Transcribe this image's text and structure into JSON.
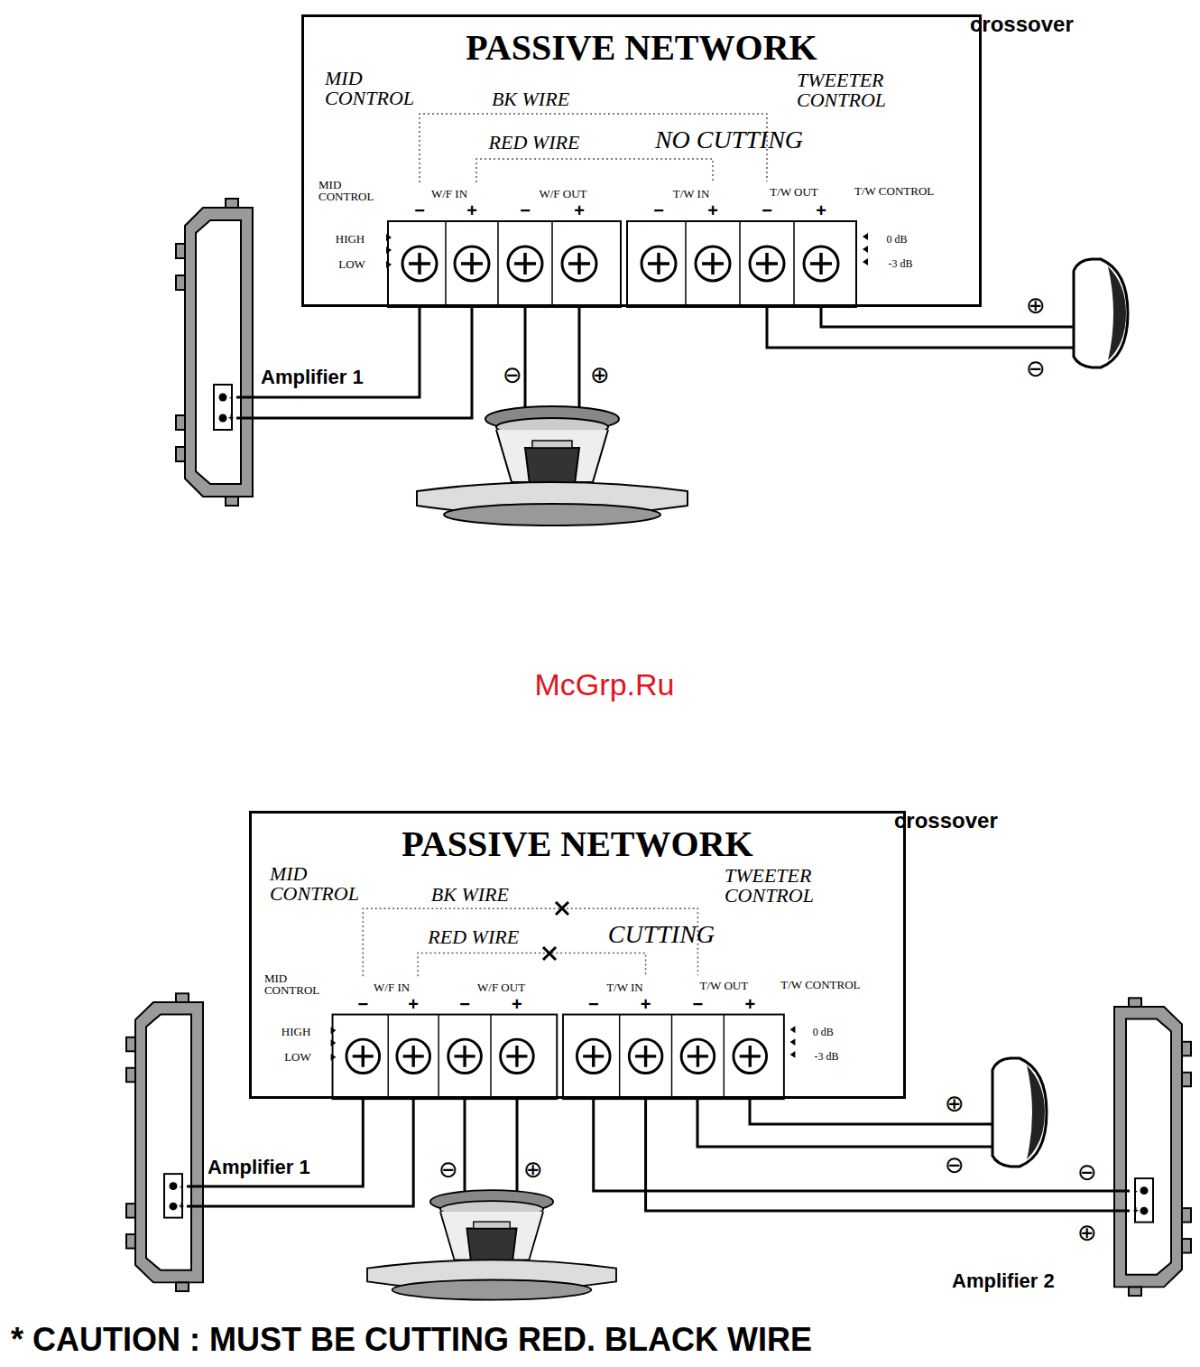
{
  "diagram": {
    "caption": "* CAUTION : MUST BE CUTTING RED. BLACK WIRE",
    "nodes": [
      {
        "text": [
          "PASSIVE NETWORK",
          "crossover"
        ]
      },
      {
        "text": [
          "Amplifier 1"
        ]
      },
      {
        "text": [
          "PASSIVE NETWORK",
          "crossover"
        ]
      },
      {
        "text": [
          "Amplifier 1"
        ]
      },
      {
        "text": [
          "Amplifier 2"
        ]
      }
    ],
    "edges": [
      {
        "from": 1,
        "to": 0,
        "arrow": "none"
      },
      {
        "from": 3,
        "to": 2,
        "arrow": "none"
      },
      {
        "from": 4,
        "to": 2,
        "arrow": "none"
      }
    ],
    "labels": [
      "MID CONTROL",
      "BK WIRE",
      "RED WIRE",
      "NO CUTTING",
      "TWEETER CONTROL",
      "MID CONTROL",
      "W/F IN",
      "W/F OUT",
      "T/W IN",
      "T/W OUT",
      "T/W CONTROL",
      "−",
      "+",
      "−",
      "+",
      "−",
      "+",
      "−",
      "+",
      "HIGH",
      "LOW",
      "0 dB",
      "-3 dB",
      "⊖",
      "⊕",
      "⊕",
      "⊖",
      "-",
      "+",
      "McGrp.Ru",
      "MID CONTROL",
      "BK WIRE",
      "RED WIRE",
      "CUTTING",
      "TWEETER CONTROL",
      "MID CONTROL",
      "W/F IN",
      "W/F OUT",
      "T/W IN",
      "T/W OUT",
      "T/W CONTROL",
      "−",
      "+",
      "−",
      "+",
      "−",
      "+",
      "−",
      "+",
      "HIGH",
      "LOW",
      "0 dB",
      "-3 dB",
      "⊖",
      "⊕",
      "⊕",
      "⊖",
      "-",
      "+",
      "⊖",
      "⊕",
      "-",
      "+"
    ]
  }
}
